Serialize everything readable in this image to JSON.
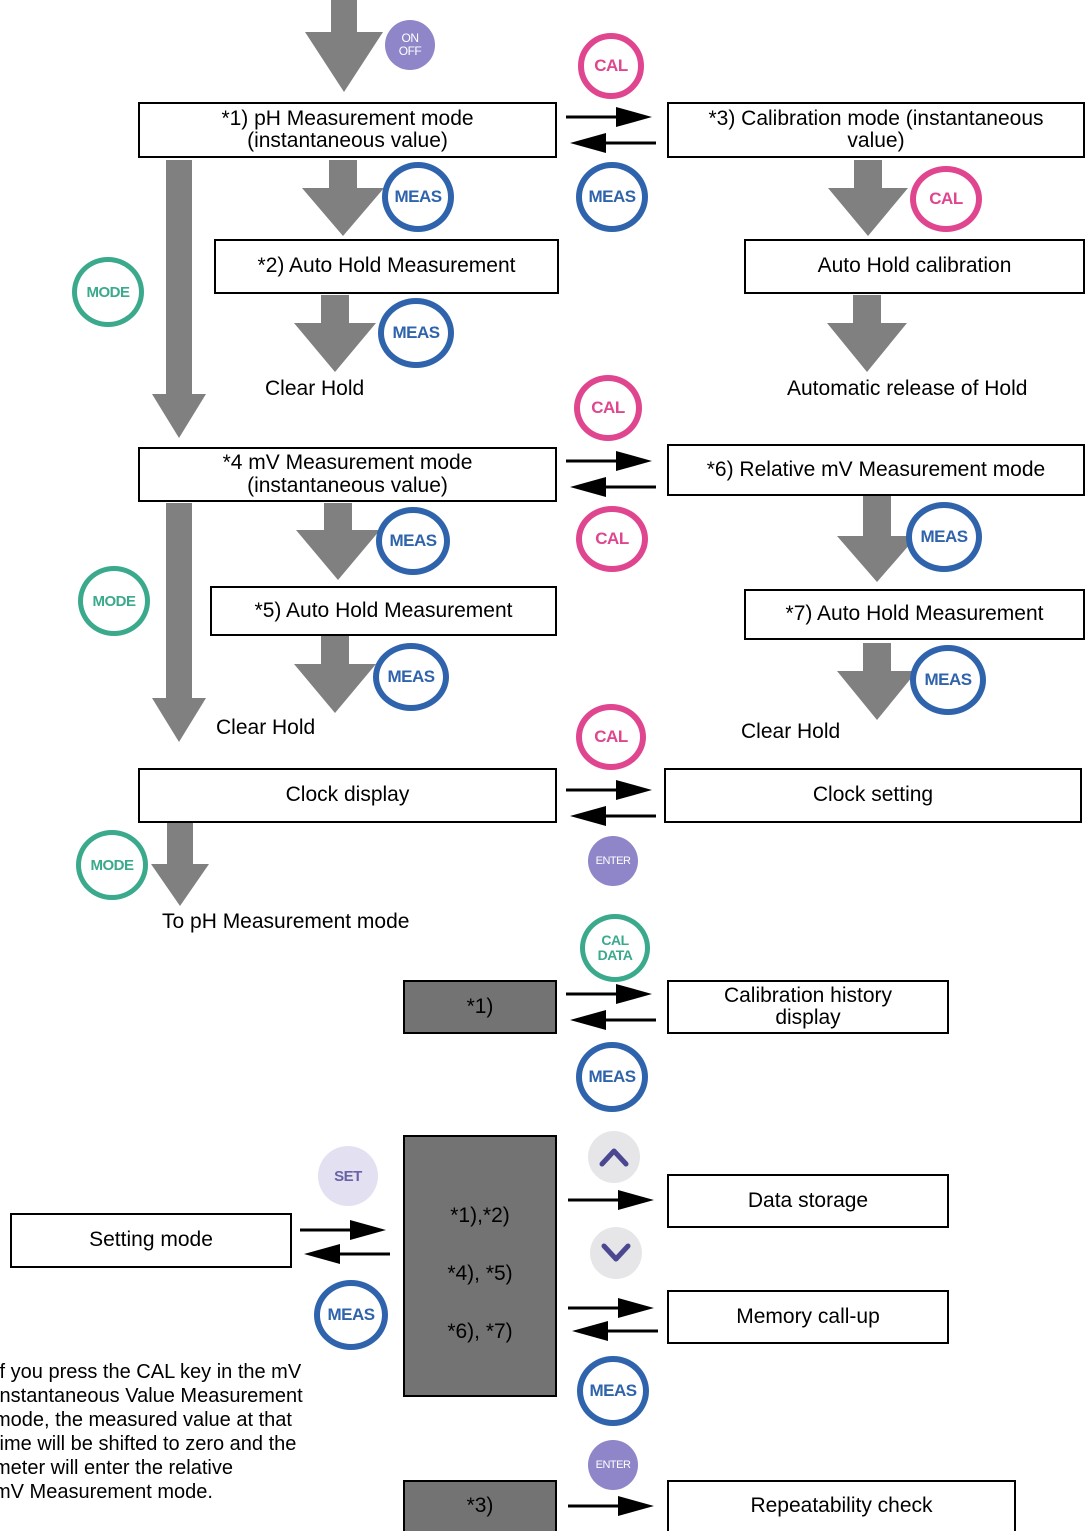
{
  "boxes": {
    "ph_mode": [
      "*1) pH Measurement mode",
      "(instantaneous value)"
    ],
    "calibration_mode": [
      "*3) Calibration mode (instantaneous",
      "value)"
    ],
    "ph_auto_hold": "*2) Auto Hold Measurement",
    "auto_hold_calibration": "Auto Hold calibration",
    "mv_mode": [
      "*4  mV Measurement mode",
      "(instantaneous value)"
    ],
    "relative_mv_mode": "*6) Relative mV Measurement mode",
    "mv_auto_hold": "*5) Auto Hold Measurement",
    "relative_auto_hold": "*7) Auto Hold Measurement",
    "clock_display": "Clock display",
    "clock_setting": "Clock setting",
    "cal_history_source": "*1)",
    "cal_history_display": [
      "Calibration history",
      "display"
    ],
    "setting_mode": "Setting mode",
    "data_group": [
      "*1),*2)",
      "*4), *5)",
      "*6), *7)"
    ],
    "data_storage": "Data storage",
    "memory_callup": "Memory call-up",
    "repeat_source": "*3)",
    "repeatability_check": "Repeatability check"
  },
  "labels": {
    "clear_hold_1": "Clear Hold",
    "auto_release": "Automatic release of Hold",
    "clear_hold_2": "Clear Hold",
    "clear_hold_3": "Clear Hold",
    "to_ph_mode": "To pH Measurement mode"
  },
  "buttons": {
    "on_off": [
      "ON",
      "OFF"
    ],
    "cal": "CAL",
    "meas": "MEAS",
    "mode": "MODE",
    "enter": "ENTER",
    "cal_data": [
      "CAL",
      "DATA"
    ],
    "set": "SET"
  },
  "note": [
    "If you press the CAL key in the mV",
    "Instantaneous Value Measurement",
    "mode, the measured value at that",
    "time will be shifted to zero and the",
    "meter will enter the relative",
    "mV Measurement mode."
  ],
  "colors": {
    "cal": "#e0468f",
    "meas": "#2f64ad",
    "mode": "#3aa98c",
    "enter": "#8e86c8",
    "flow_arrow": "#808080"
  }
}
